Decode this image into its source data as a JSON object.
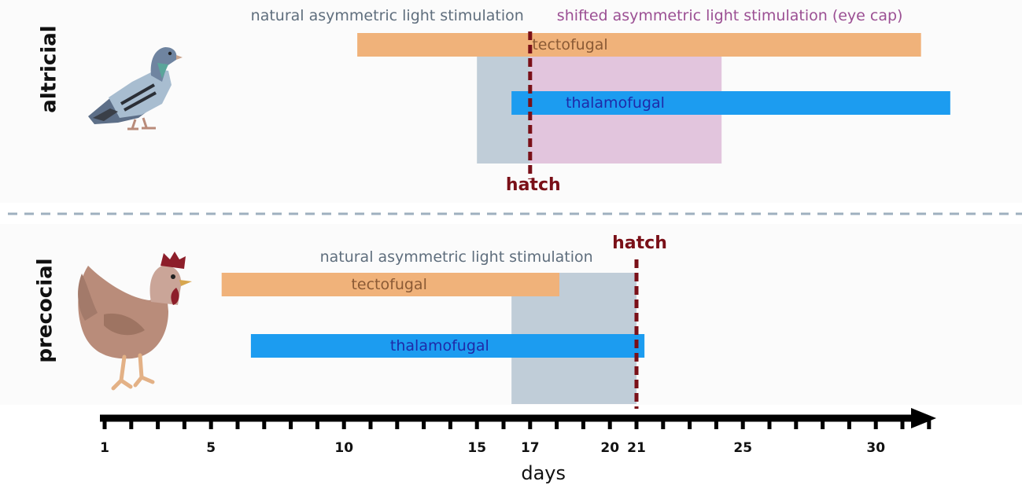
{
  "colors": {
    "tectofugal": "#f0b27a",
    "tectofugal_text": "#8a5a35",
    "thalamofugal": "#1c9cf0",
    "thalamofugal_text": "#1f2aa8",
    "natural_stim": "#9fb3c4",
    "natural_stim_text": "#5f6e7d",
    "shifted_stim": "#c98fc0",
    "shifted_stim_text": "#9b4f93",
    "hatch": "#7a1018",
    "divider": "#9fb0bf",
    "panel_bg": "#fbfbfb",
    "axis": "#000000"
  },
  "chart_data": {
    "type": "timeline",
    "axis": {
      "label": "days",
      "min": 1,
      "max": 32,
      "tick_step": 1,
      "tick_labels": [
        "1",
        "5",
        "10",
        "15",
        "17",
        "20",
        "21",
        "25",
        "30"
      ],
      "tick_label_values": [
        1,
        5,
        10,
        15,
        17,
        20,
        21,
        25,
        30
      ]
    },
    "panels": [
      {
        "id": "altricial",
        "label": "altricial",
        "animal_icon": "pigeon-icon",
        "hatch": {
          "label": "hatch",
          "day": 17
        },
        "periods": [
          {
            "id": "natural-stim",
            "label": "natural asymmetric light stimulation",
            "start": 15,
            "end": 17,
            "color_key": "natural_stim"
          },
          {
            "id": "shifted-stim",
            "label": "shifted asymmetric light stimulation (eye cap)",
            "start": 17,
            "end": 24.2,
            "color_key": "shifted_stim"
          }
        ],
        "bars": [
          {
            "id": "tectofugal",
            "label": "tectofugal",
            "start": 10.5,
            "end": 31.7,
            "color_key": "tectofugal"
          },
          {
            "id": "thalamofugal",
            "label": "thalamofugal",
            "start": 16.3,
            "end": 32.8,
            "color_key": "thalamofugal"
          }
        ]
      },
      {
        "id": "precocial",
        "label": "precocial",
        "animal_icon": "chicken-icon",
        "hatch": {
          "label": "hatch",
          "day": 21
        },
        "periods": [
          {
            "id": "natural-stim",
            "label": "natural asymmetric light stimulation",
            "start": 16.3,
            "end": 21,
            "color_key": "natural_stim"
          }
        ],
        "bars": [
          {
            "id": "tectofugal",
            "label": "tectofugal",
            "start": 5.4,
            "end": 18.1,
            "color_key": "tectofugal"
          },
          {
            "id": "thalamofugal",
            "label": "thalamofugal",
            "start": 6.5,
            "end": 21.3,
            "color_key": "thalamofugal"
          }
        ]
      }
    ]
  }
}
